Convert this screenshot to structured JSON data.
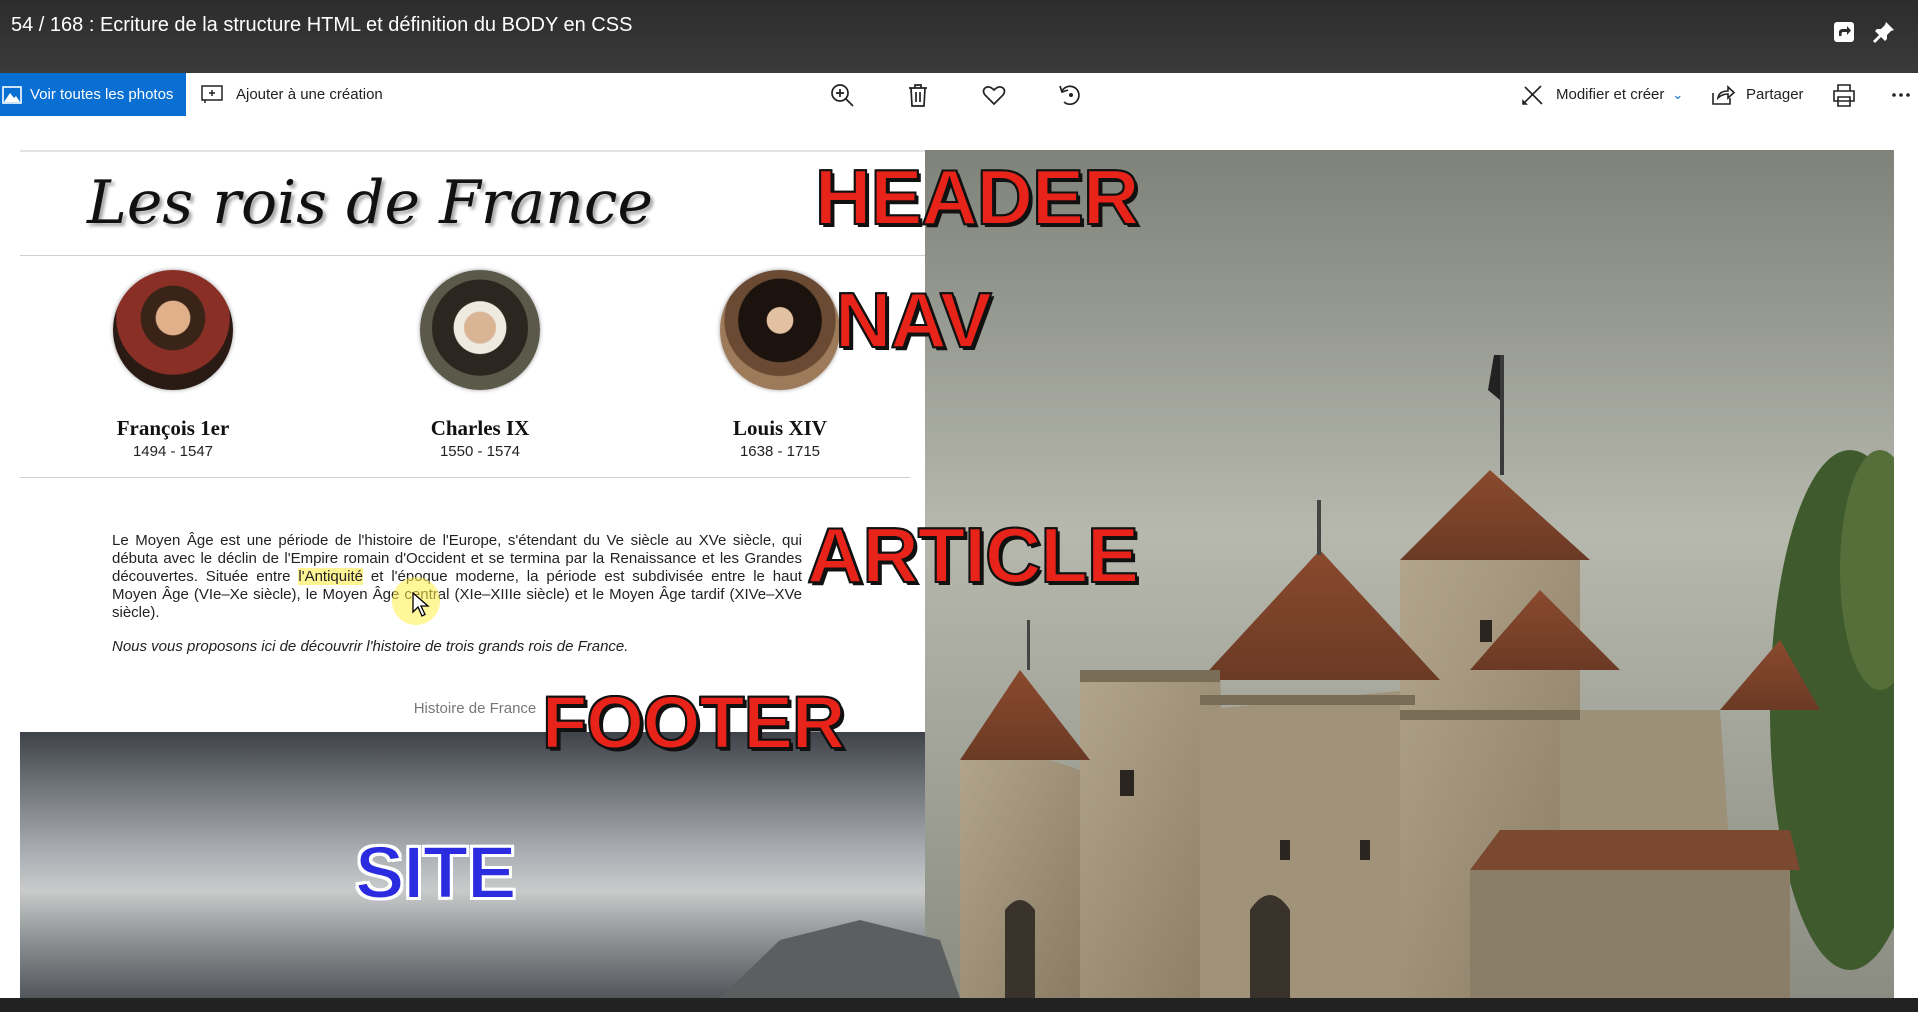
{
  "titlebar": {
    "title": "54 / 168 : Ecriture de la structure HTML et définition du BODY en CSS",
    "icons": [
      "share-icon",
      "pin-icon"
    ]
  },
  "toolbar": {
    "all_photos_label": "Voir toutes les photos",
    "add_to_creation_label": "Ajouter à une création",
    "edit_create_label": "Modifier et créer",
    "share_label": "Partager",
    "icons": [
      "zoom-in-icon",
      "delete-icon",
      "favorite-icon",
      "rotate-icon",
      "print-icon",
      "more-icon"
    ],
    "accent": "#0a6fd3"
  },
  "slide": {
    "site_title": "Les rois de France",
    "kings": [
      {
        "name": "François 1er",
        "years": "1494 - 1547"
      },
      {
        "name": "Charles IX",
        "years": "1550 - 1574"
      },
      {
        "name": "Louis XIV",
        "years": "1638 - 1715"
      }
    ],
    "article": {
      "p1_before": "Le Moyen Âge est une période de l'histoire de l'Europe, s'étendant du Ve siècle au XVe siècle, qui débuta avec le déclin de l'Empire romain d'Occident et se termina par la Renaissance et les Grandes découvertes. Située entre ",
      "p1_highlight": "l'Antiquité",
      "p1_after": " et l'époque moderne, la période est subdivisée entre le haut Moyen Âge (VIe–Xe siècle), le Moyen Âge central (XIe–XIIIe siècle) et le Moyen Âge tardif (XIVe–XVe siècle).",
      "p2": "Nous vous proposons ici de découvrir l'histoire de trois grands rois de France."
    },
    "footer_text": "Histoire de France",
    "labels": {
      "header": "HEADER",
      "nav": "NAV",
      "article": "ARTICLE",
      "footer": "FOOTER",
      "site": "SITE"
    },
    "label_colors": {
      "red": "#e8231a",
      "blue": "#2b2ce0"
    }
  }
}
